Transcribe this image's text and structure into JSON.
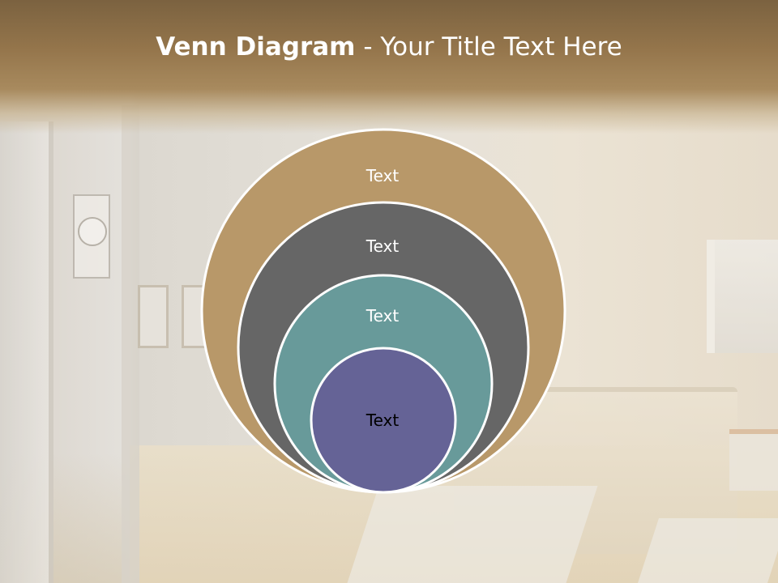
{
  "slide": {
    "title_bold": "Venn Diagram",
    "title_rest": " - Your Title Text Here"
  },
  "diagram": {
    "type": "nested-venn",
    "circles": [
      {
        "label": "Text",
        "fill": "#b89869",
        "text_color": "#ffffff"
      },
      {
        "label": "Text",
        "fill": "#666666",
        "text_color": "#ffffff"
      },
      {
        "label": "Text",
        "fill": "#689a9a",
        "text_color": "#ffffff"
      },
      {
        "label": "Text",
        "fill": "#656396",
        "text_color": "#000000"
      }
    ],
    "outline_color": "#ffffff"
  }
}
